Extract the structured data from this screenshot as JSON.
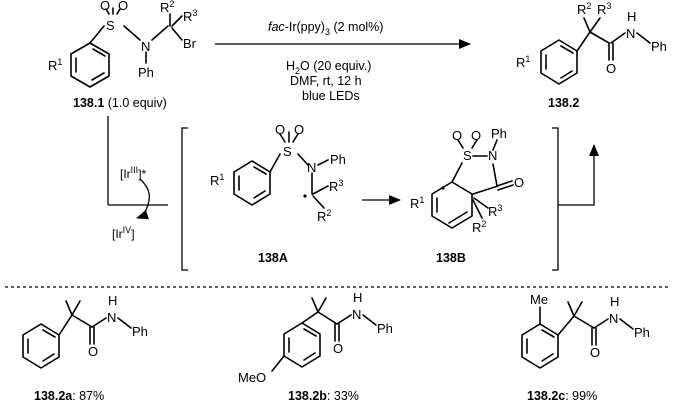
{
  "reaction": {
    "catalyst_prefix": "fac",
    "catalyst_rest": "-Ir(ppy)",
    "catalyst_sub": "3",
    "catalyst_loading": " (2 mol%)",
    "water": "H",
    "water_sub": "2",
    "water_rest": "O (20 equiv.)",
    "solvent_line": "DMF, rt, 12 h",
    "light": "blue LEDs"
  },
  "substrate": {
    "id": "138.1",
    "equiv": " (1.0 equiv)",
    "atoms": {
      "S": "S",
      "N": "N",
      "Br": "Br",
      "Ph": "Ph",
      "O1": "O",
      "O2": "O"
    },
    "r1": "R",
    "r1_sup": "1",
    "r2": "R",
    "r2_sup": "2",
    "r3": "R",
    "r3_sup": "3"
  },
  "product": {
    "id": "138.2",
    "atoms": {
      "H": "H",
      "N": "N",
      "Ph": "Ph",
      "O": "O"
    },
    "r1": "R",
    "r1_sup": "1",
    "r2": "R",
    "r2_sup": "2",
    "r3": "R",
    "r3_sup": "3"
  },
  "catalysis": {
    "ir_star": "[Ir",
    "ir_star_ox": "III",
    "ir_star_end": "]*",
    "ir_ox": "[Ir",
    "ir_ox_state": "IV",
    "ir_ox_end": "]"
  },
  "intermediate_a": {
    "id": "138A",
    "atoms": {
      "S": "S",
      "N": "N",
      "Ph": "Ph",
      "O1": "O",
      "O2": "O"
    },
    "r1": "R",
    "r1_sup": "1",
    "r2": "R",
    "r2_sup": "2",
    "r3": "R",
    "r3_sup": "3"
  },
  "intermediate_b": {
    "id": "138B",
    "atoms": {
      "S": "S",
      "N": "N",
      "Ph": "Ph",
      "O1": "O",
      "O2": "O",
      "O3": "O"
    },
    "r1": "R",
    "r1_sup": "1",
    "r2": "R",
    "r2_sup": "2",
    "r3": "R",
    "r3_sup": "3"
  },
  "examples": [
    {
      "id": "138.2a",
      "yield": ": 87%",
      "N": "N",
      "H": "H",
      "Ph": "Ph",
      "O": "O"
    },
    {
      "id": "138.2b",
      "yield": ": 33%",
      "N": "N",
      "H": "H",
      "Ph": "Ph",
      "O": "O",
      "MeO": "MeO"
    },
    {
      "id": "138.2c",
      "yield": ": 99%",
      "N": "N",
      "H": "H",
      "Ph": "Ph",
      "O": "O",
      "Me": "Me"
    }
  ]
}
